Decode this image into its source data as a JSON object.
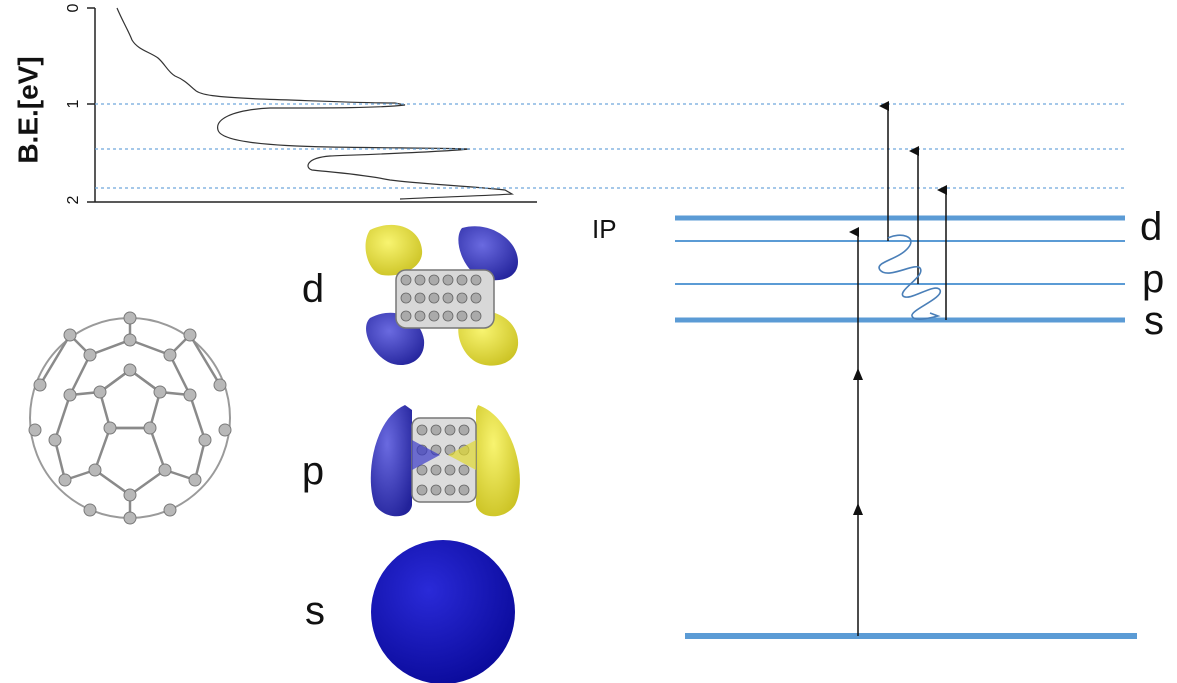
{
  "spectrum": {
    "ylabel": "B.E.[eV]",
    "ticks": [
      "0",
      "1",
      "2"
    ],
    "peaks_ev": [
      1.0,
      1.45,
      1.85
    ]
  },
  "orbitals": {
    "d_label": "d",
    "p_label": "p",
    "s_label": "s"
  },
  "levels": {
    "ip_label": "IP",
    "d_label": "d",
    "p_label": "p",
    "s_label": "s"
  },
  "colors": {
    "level_line": "#5b9bd5",
    "dotted_guide": "#6fa8dc",
    "lobe_blue": "#2a2ab8",
    "lobe_yellow": "#e8e23a",
    "sphere_blue": "#1010c8",
    "molecule_grey": "#9a9a9a"
  }
}
